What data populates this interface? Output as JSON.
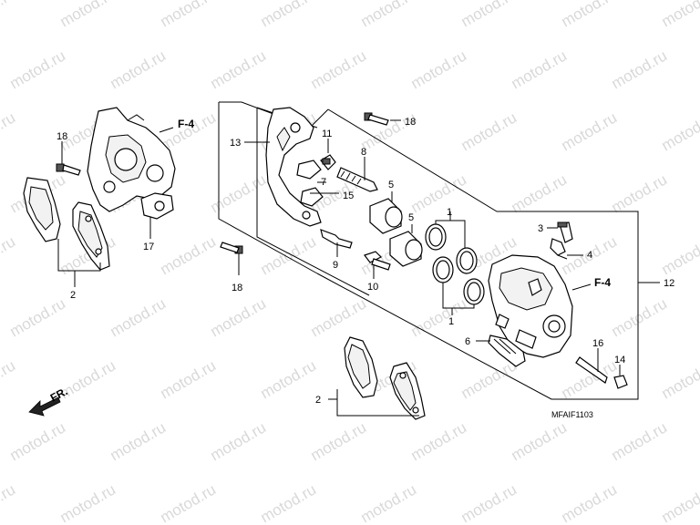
{
  "watermark": "motod.ru",
  "diagram_code": "MFAIF1103",
  "direction_label": "FR.",
  "callouts": {
    "c1a": "1",
    "c1b": "1",
    "c2a": "2",
    "c2b": "2",
    "c3": "3",
    "c4": "4",
    "c5a": "5",
    "c5b": "5",
    "c6": "6",
    "c7": "7",
    "c8": "8",
    "c9": "9",
    "c10": "10",
    "c11": "11",
    "c12": "12",
    "c13": "13",
    "c14": "14",
    "c15": "15",
    "c16": "16",
    "c17": "17",
    "c18a": "18",
    "c18b": "18",
    "c18c": "18",
    "f4a": "F-4",
    "f4b": "F-4"
  }
}
